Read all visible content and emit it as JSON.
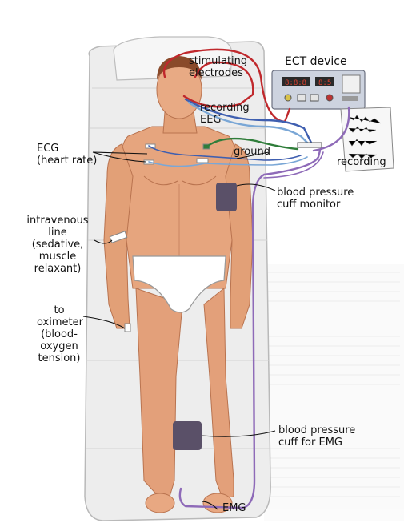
{
  "labels": {
    "stimulating": "stimulating\nelectrodes",
    "recording_eeg": "recording\nEEG",
    "ect_device": "ECT device",
    "ecg": "ECG\n(heart rate)",
    "ground": "ground",
    "recording": "recording",
    "bp_monitor": "blood pressure\ncuff monitor",
    "iv_line": "intravenous\nline\n(sedative,\nmuscle\nrelaxant)",
    "oximeter": "to\noximeter\n(blood-\noxygen\ntension)",
    "bp_emg": "blood pressure\ncuff for EMG",
    "emg": "EMG"
  },
  "device": {
    "display_left": "8:8:8",
    "display_right": "8:5"
  },
  "colors": {
    "red_wire": "#c0282c",
    "blue_wire": "#3f5fb0",
    "lightblue_wire": "#7aa7d6",
    "green_wire": "#2f7d3a",
    "purple_wire": "#8e6ab8",
    "skin": "#e8a47e",
    "cuff": "#5a5068",
    "mattress": "#ececec"
  }
}
